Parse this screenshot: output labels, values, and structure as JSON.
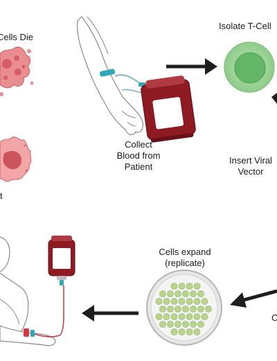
{
  "labels": {
    "cells_die": "Cells Die",
    "isolate": "Isolate T-Cell",
    "collect": "Collect\nBlood from\nPatient",
    "insert": "Insert Viral\nVector",
    "t_fragment": "t",
    "expand": "Cells expand\n(replicate)",
    "c_fragment": "C"
  },
  "colors": {
    "arrow": "#1e1e1e",
    "blood": "#8e1a22",
    "blood_dark": "#6a1018",
    "tube": "#2fa9b5",
    "skin_outline": "#8a8a8a",
    "tcell_outer": "#a9d8a6",
    "tcell_inner": "#6bbd6b",
    "dish_cell": "#b9d48c",
    "cancer_pink": "#e78a8e",
    "cancer_dark": "#c9545c"
  }
}
